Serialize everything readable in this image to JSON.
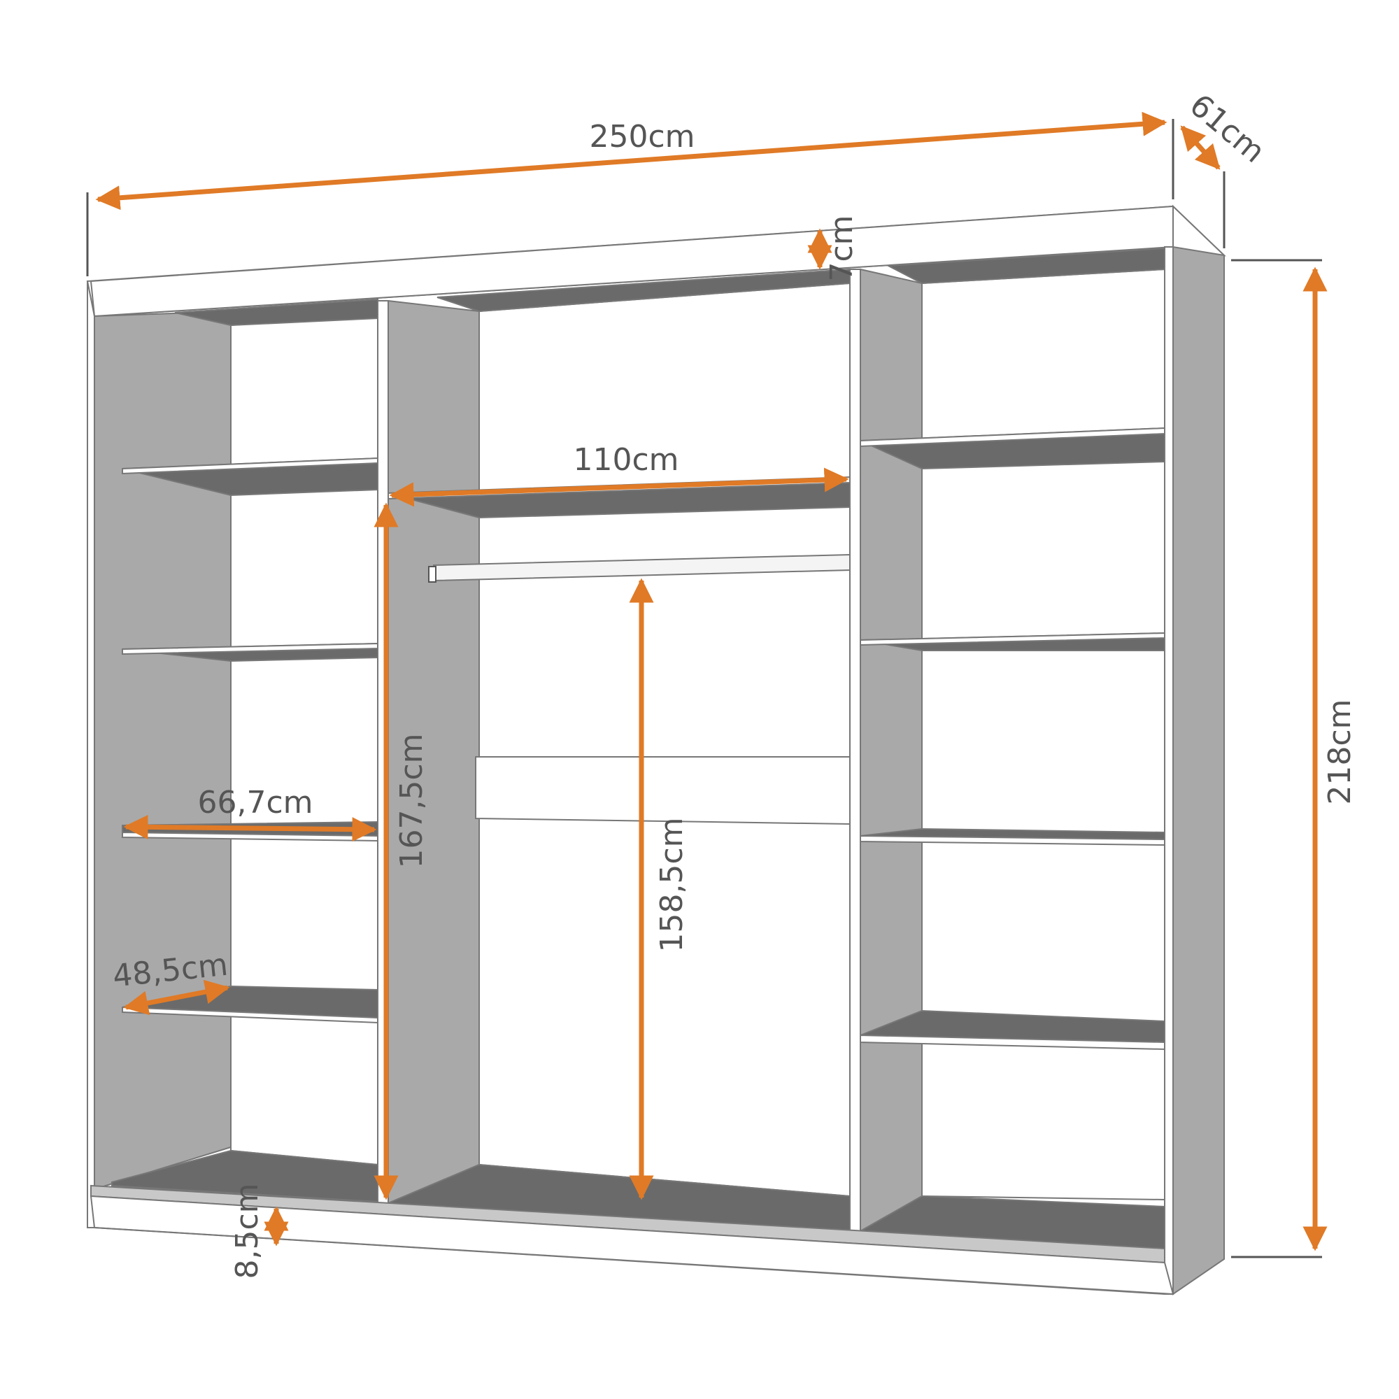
{
  "dimensions": {
    "width": "250cm",
    "depth": "61cm",
    "height": "218cm",
    "top_panel": "7cm",
    "middle_shelf_width": "110cm",
    "left_section_height": "167,5cm",
    "hanging_height": "158,5cm",
    "side_shelf_width": "66,7cm",
    "shelf_depth": "48,5cm",
    "plinth_height": "8,5cm"
  },
  "colors": {
    "arrow": "#e07a26",
    "text": "#555555",
    "panel_light": "#a9a9a9",
    "panel_dark": "#6a6a6a",
    "frame": "#ffffff"
  }
}
